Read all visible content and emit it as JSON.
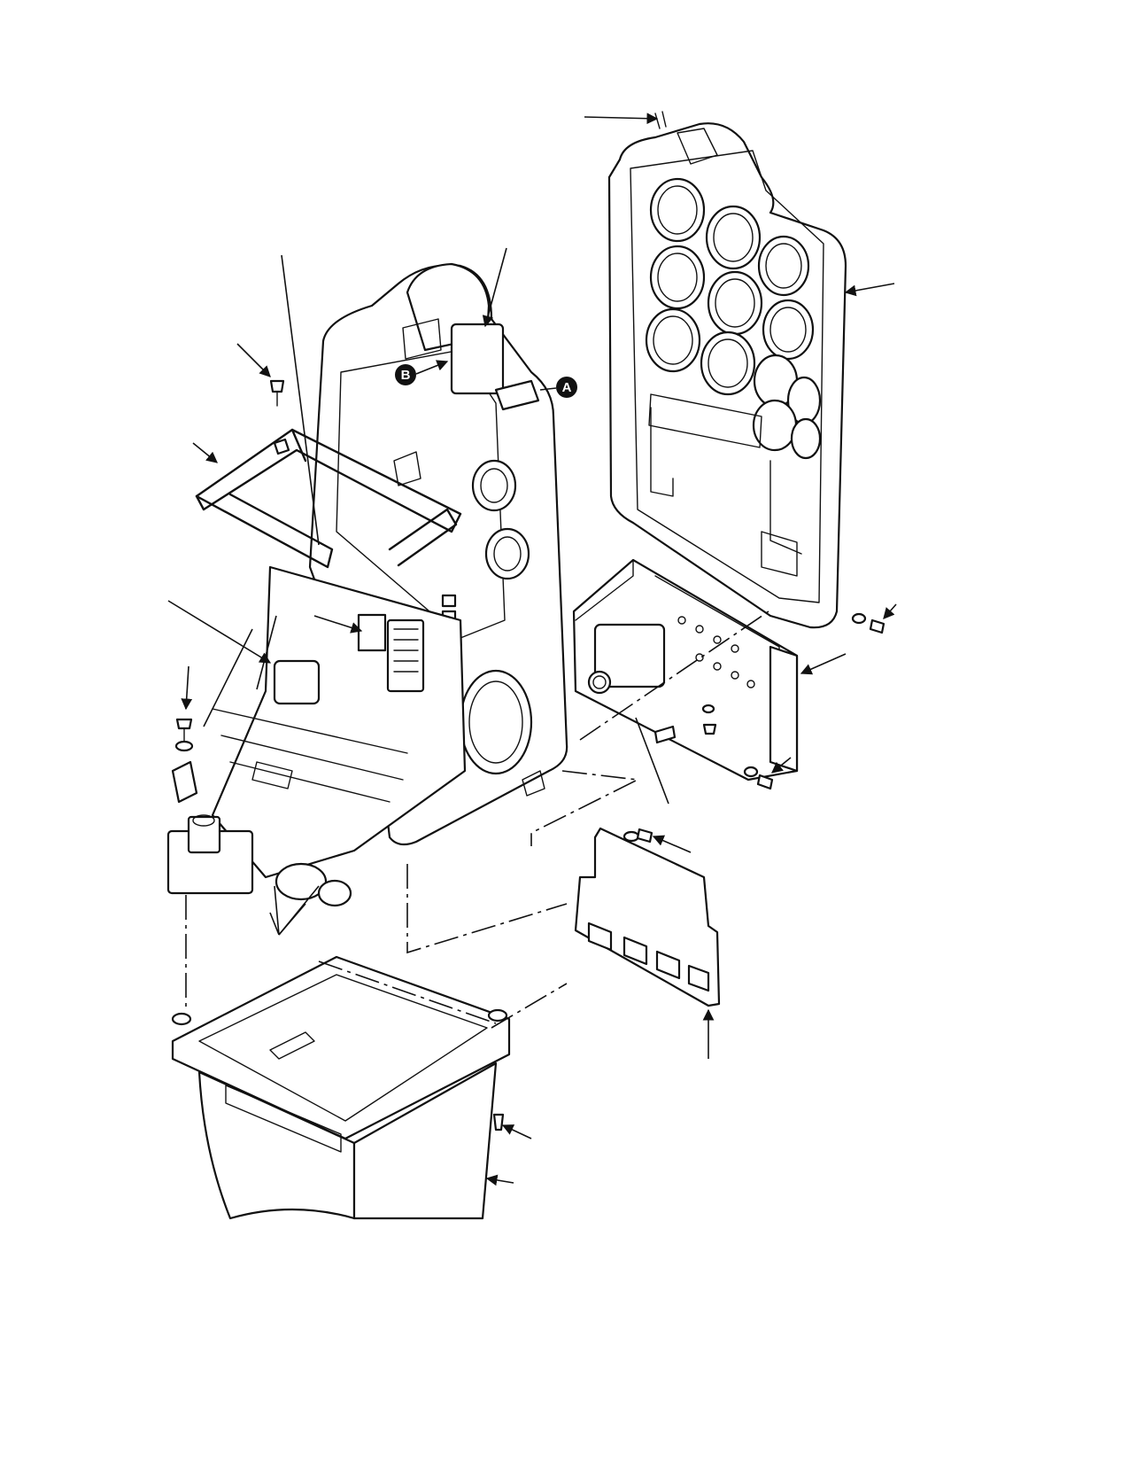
{
  "figure": {
    "type": "exploded-view-assembly-illustration",
    "callouts": [
      {
        "id": "A",
        "label": "A"
      },
      {
        "id": "B",
        "label": "B"
      }
    ],
    "colors": {
      "ink": "#111111",
      "paper": "#ffffff"
    }
  }
}
